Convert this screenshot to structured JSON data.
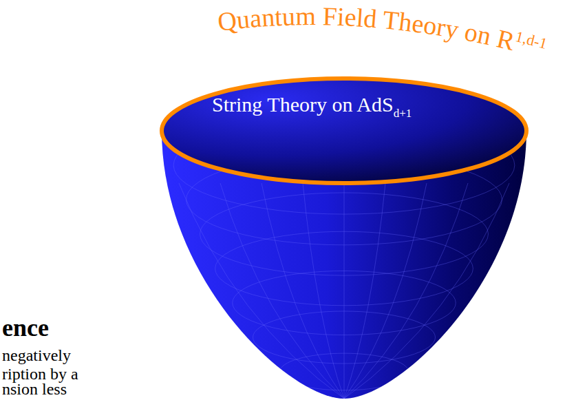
{
  "diagram": {
    "nodes": [
      {
        "text": [
          "String Theory on AdS",
          "d+1"
        ]
      }
    ],
    "labels": [
      "Quantum Field Theory on R",
      "1,d-1",
      "ence",
      "negatively",
      "ription by a",
      "nsion less"
    ]
  }
}
